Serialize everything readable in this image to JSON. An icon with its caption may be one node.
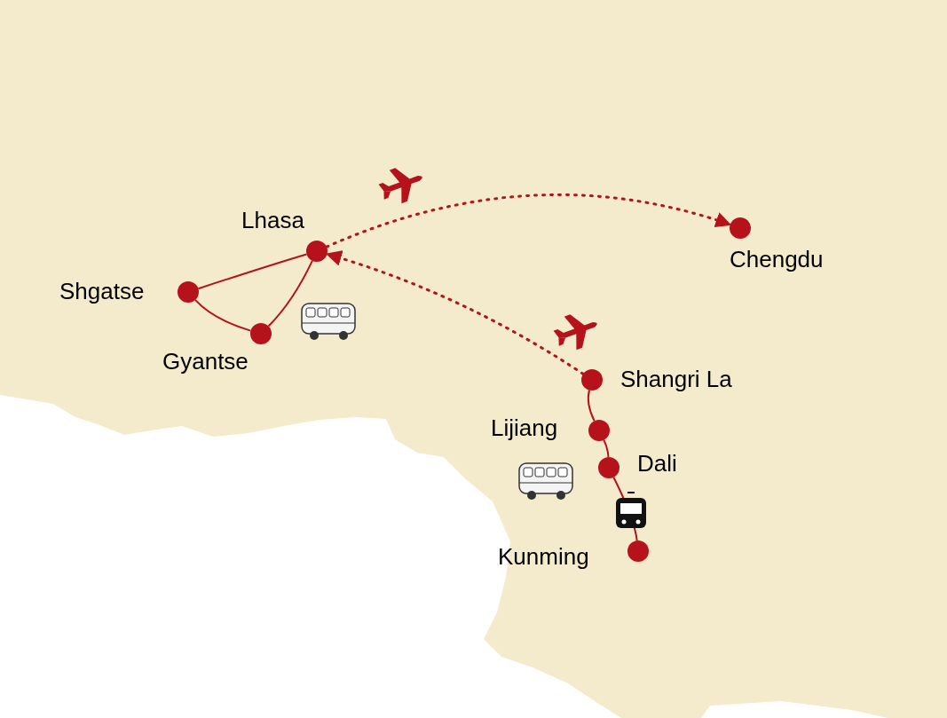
{
  "diagram": {
    "nodes": [
      {
        "text": [
          "Lhasa"
        ]
      },
      {
        "text": [
          "Chengdu"
        ]
      },
      {
        "text": [
          "Shgatse"
        ]
      },
      {
        "text": [
          "Gyantse"
        ]
      },
      {
        "text": [
          "Shangri La"
        ]
      },
      {
        "text": [
          "Lijiang"
        ]
      },
      {
        "text": [
          "Dali"
        ]
      },
      {
        "text": [
          "Kunming"
        ]
      }
    ],
    "edges": [
      {
        "from": 0,
        "to": 1,
        "arrow": "to",
        "style": "dashed"
      },
      {
        "from": 4,
        "to": 0,
        "arrow": "to",
        "style": "dashed"
      },
      {
        "from": 0,
        "to": 2,
        "arrow": "none"
      },
      {
        "from": 2,
        "to": 3,
        "arrow": "none"
      },
      {
        "from": 3,
        "to": 0,
        "arrow": "none"
      },
      {
        "from": 4,
        "to": 5,
        "arrow": "none"
      },
      {
        "from": 5,
        "to": 6,
        "arrow": "none"
      },
      {
        "from": 6,
        "to": 7,
        "arrow": "none"
      }
    ]
  }
}
